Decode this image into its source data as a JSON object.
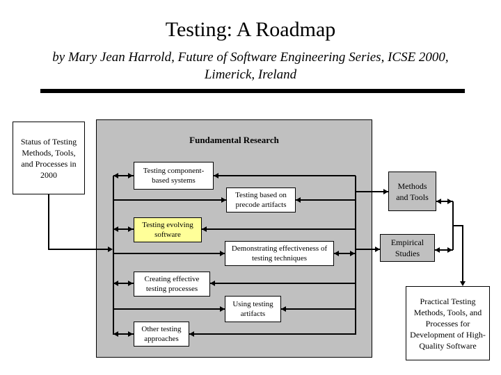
{
  "slide": {
    "title": "Testing: A Roadmap",
    "subtitle": "by Mary Jean Harrold, Future of Software Engineering Series, ICSE 2000, Limerick, Ireland"
  },
  "status_box": {
    "label": "Status of Testing Methods, Tools, and Processes in 2000"
  },
  "panel": {
    "heading": "Fundamental Research",
    "fill_color": "#c0c0c0",
    "topics": [
      {
        "label": "Testing component-based systems",
        "fill": "#ffffff"
      },
      {
        "label": "Testing based on precode artifacts",
        "fill": "#ffffff"
      },
      {
        "label": "Testing evolving software",
        "fill": "#ffff99"
      },
      {
        "label": "Demonstrating effectiveness of testing techniques",
        "fill": "#ffffff"
      },
      {
        "label": "Creating effective testing processes",
        "fill": "#ffffff"
      },
      {
        "label": "Using testing artifacts",
        "fill": "#ffffff"
      },
      {
        "label": "Other testing approaches",
        "fill": "#ffffff"
      }
    ]
  },
  "outputs": [
    {
      "label": "Methods and Tools",
      "fill": "#c0c0c0"
    },
    {
      "label": "Empirical Studies",
      "fill": "#c0c0c0"
    }
  ],
  "goal_box": {
    "label": "Practical Testing Methods, Tools, and Processes for Development of High-Quality Software",
    "fill": "#ffffff"
  }
}
